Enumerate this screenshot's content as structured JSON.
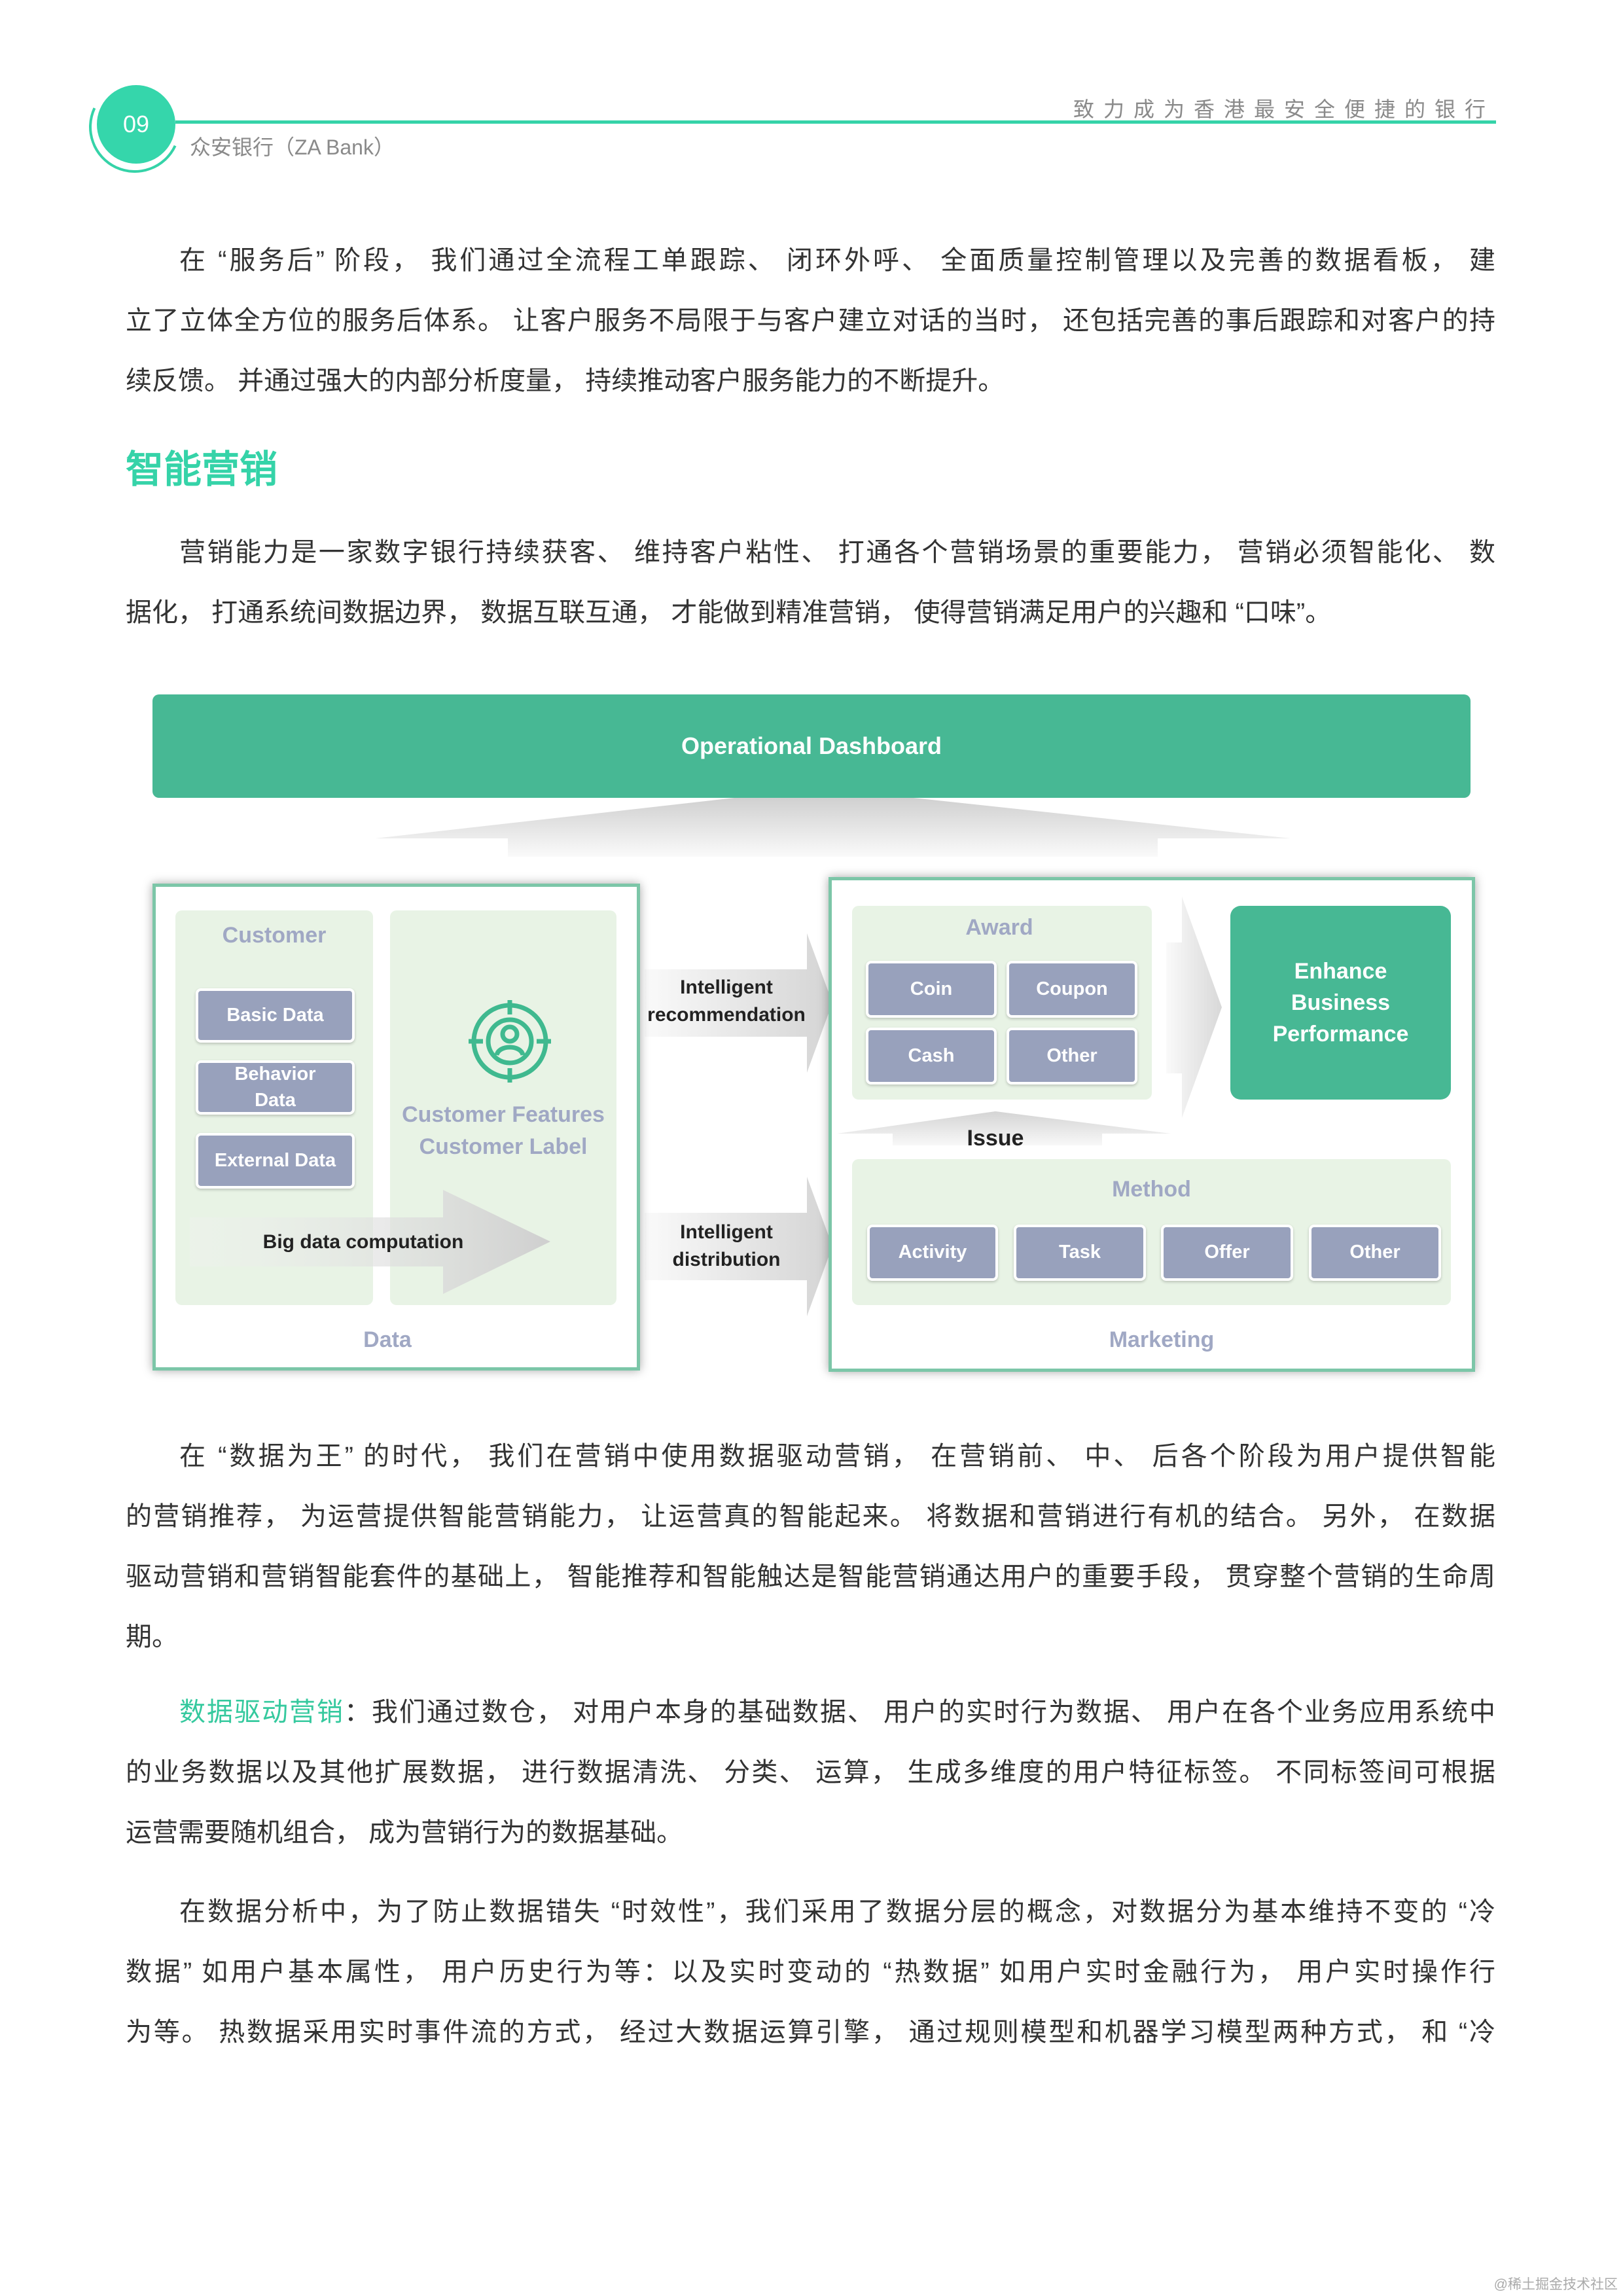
{
  "header": {
    "page_number": "09",
    "slogan": "致力成为香港最安全便捷的银行",
    "bank_name": "众安银行（ZA Bank）"
  },
  "paragraph1": [
    "在 “服务后” 阶段， 我们通过全流程工单跟踪、 闭环外呼、 全面质量控制管理以及完善的数据看板， 建",
    "立了立体全方位的服务后体系。 让客户服务不局限于与客户建立对话的当时， 还包括完善的事后跟踪和对客户的持",
    "续反馈。 并通过强大的内部分析度量， 持续推动客户服务能力的不断提升。"
  ],
  "section_title": "智能营销",
  "paragraph2": [
    "营销能力是一家数字银行持续获客、 维持客户粘性、 打通各个营销场景的重要能力， 营销必须智能化、 数",
    "据化， 打通系统间数据边界， 数据互联互通， 才能做到精准营销， 使得营销满足用户的兴趣和 “口味”。"
  ],
  "diagram": {
    "dashboard": "Operational Dashboard",
    "data_panel": {
      "customer_title": "Customer",
      "items": [
        "Basic Data",
        "Behavior Data",
        "External Data"
      ],
      "features_line1": "Customer Features",
      "features_line2": "Customer Label",
      "computation": "Big data computation",
      "footer": "Data"
    },
    "arrows": {
      "recommendation_line1": "Intelligent",
      "recommendation_line2": "recommendation",
      "distribution_line1": "Intelligent",
      "distribution_line2": "distribution",
      "issue": "Issue"
    },
    "marketing_panel": {
      "award_title": "Award",
      "award_items": [
        "Coin",
        "Coupon",
        "Cash",
        "Other"
      ],
      "method_title": "Method",
      "method_items": [
        "Activity",
        "Task",
        "Offer",
        "Other"
      ],
      "enhance_line1": "Enhance",
      "enhance_line2": "Business",
      "enhance_line3": "Performance",
      "footer": "Marketing"
    }
  },
  "paragraph3": [
    "在 “数据为王” 的时代， 我们在营销中使用数据驱动营销， 在营销前、 中、 后各个阶段为用户提供智能",
    "的营销推荐， 为运营提供智能营销能力， 让运营真的智能起来。 将数据和营销进行有机的结合。 另外， 在数据",
    "驱动营销和营销智能套件的基础上， 智能推荐和智能触达是智能营销通达用户的重要手段， 贯穿整个营销的生命周",
    "期。"
  ],
  "paragraph4": {
    "highlight": "数据驱动营销",
    "lines": [
      "：我们通过数仓， 对用户本身的基础数据、 用户的实时行为数据、 用户在各个业务应用系统中",
      "的业务数据以及其他扩展数据， 进行数据清洗、 分类、 运算， 生成多维度的用户特征标签。 不同标签间可根据",
      "运营需要随机组合， 成为营销行为的数据基础。"
    ]
  },
  "paragraph5": [
    "在数据分析中，为了防止数据错失 “时效性”，我们采用了数据分层的概念，对数据分为基本维持不变的 “冷",
    "数据” 如用户基本属性， 用户历史行为等：以及实时变动的 “热数据” 如用户实时金融行为， 用户实时操作行",
    "为等。 热数据采用实时事件流的方式， 经过大数据运算引擎， 通过规则模型和机器学习模型两种方式， 和 “冷"
  ],
  "watermark": "@稀土掘金技术社区",
  "colors": {
    "accent": "#35d3a8",
    "dashboard": "#47b894",
    "button": "#98a1bc",
    "label": "#a0a8c4"
  }
}
